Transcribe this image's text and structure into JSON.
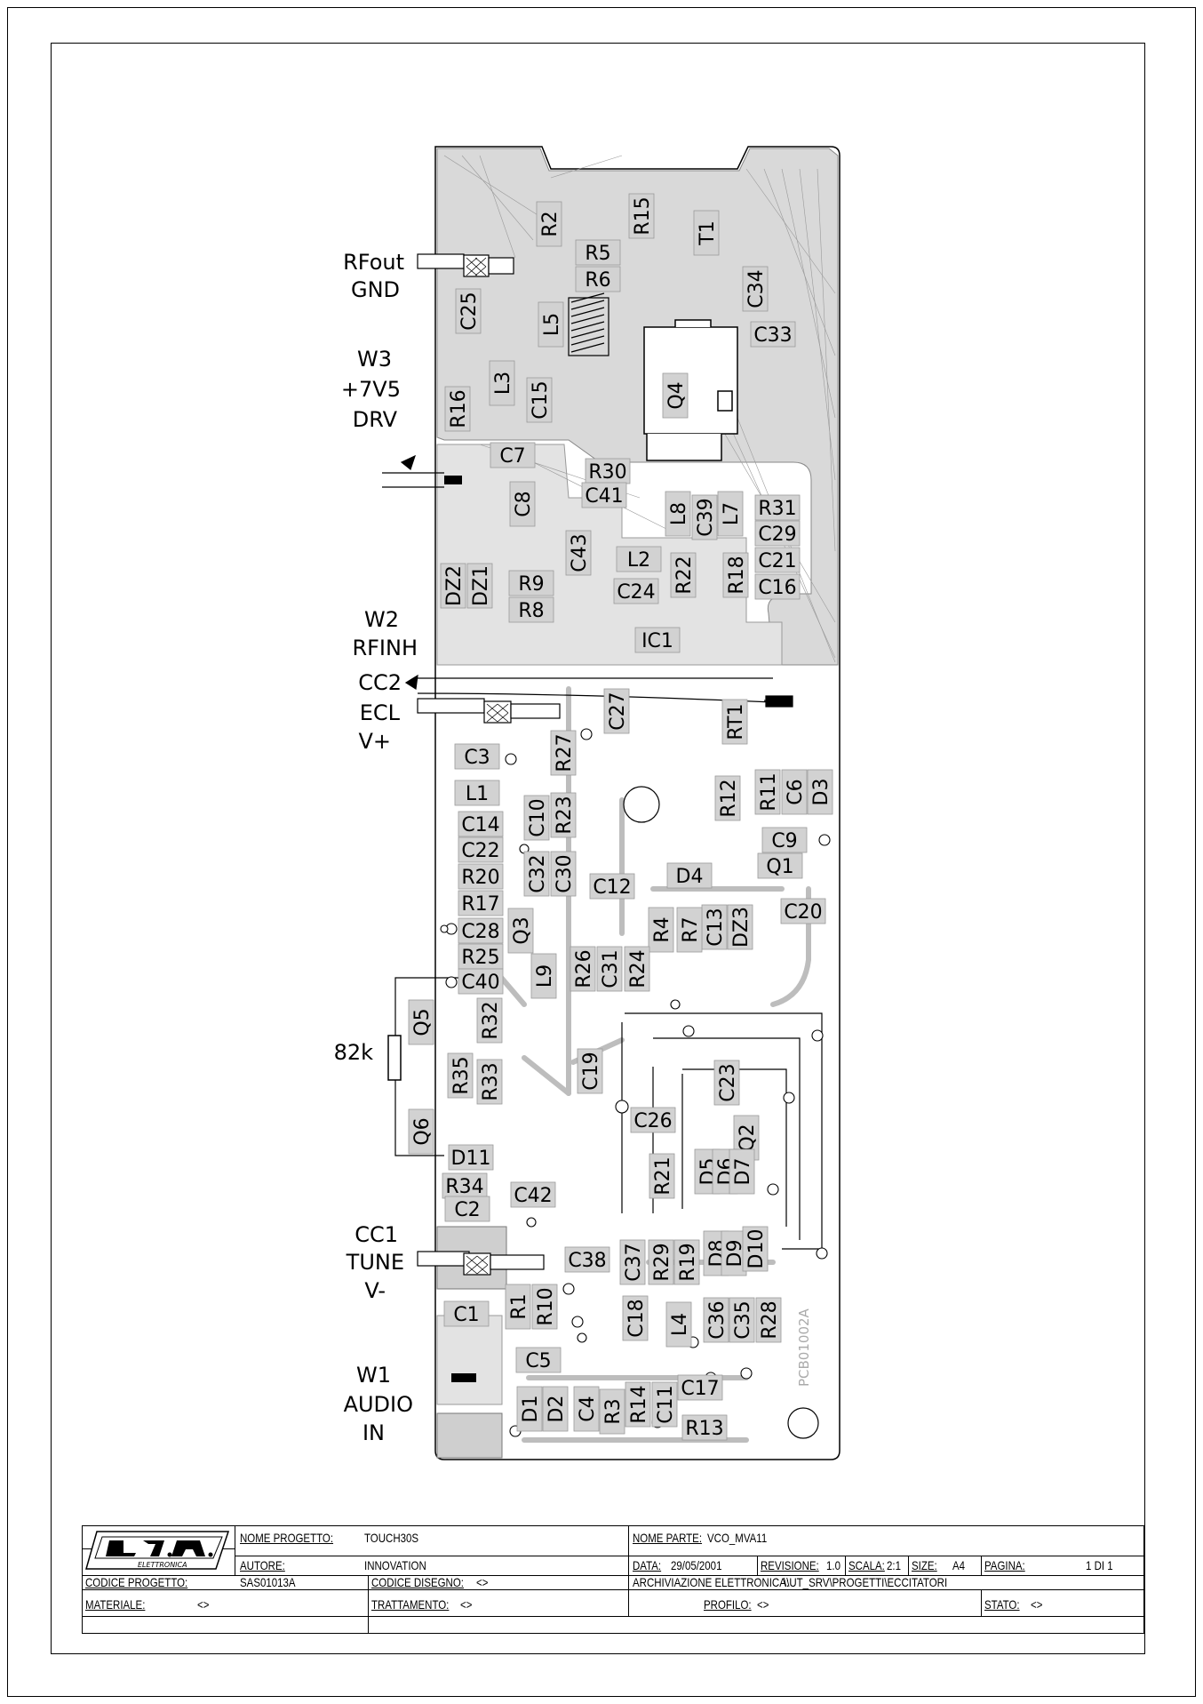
{
  "side_labels": {
    "rfout": "RFout",
    "gnd": "GND",
    "w3": "W3",
    "w3_voltage": "+7V5",
    "w3_drv": "DRV",
    "w2": "W2",
    "w2_rfinh": "RFINH",
    "cc2": "CC2",
    "ecl": "ECL",
    "vplus": "V+",
    "resistor_82k": "82k",
    "cc1": "CC1",
    "tune": "TUNE",
    "vminus": "V-",
    "w1": "W1",
    "audio": "AUDIO",
    "in": "IN"
  },
  "board_marking": "PCB01002A",
  "title_block": {
    "logo_text": "ELETTRONICA",
    "nome_progetto_label": "NOME PROGETTO:",
    "nome_progetto_value": "TOUCH30S",
    "nome_parte_label": "NOME PARTE:",
    "nome_parte_value": "VCO_MVA11",
    "autore_label": "AUTORE:",
    "autore_value": "INNOVATION",
    "data_label": "DATA:",
    "data_value": "29/05/2001",
    "revisione_label": "REVISIONE:",
    "revisione_value": "1.0",
    "scala_label": "SCALA:",
    "scala_value": "2:1",
    "size_label": "SIZE:",
    "size_value": "A4",
    "pagina_label": "PAGINA:",
    "pagina_value": "1  DI  1",
    "codice_progetto_label": "CODICE PROGETTO:",
    "codice_progetto_value": "SAS01013A",
    "codice_disegno_label": "CODICE DISEGNO:",
    "codice_disegno_value": "<>",
    "archiviazione_label": "ARCHIVIAZIONE ELETTRONICA:",
    "archiviazione_value": "\\\\UT_SRV\\PROGETTI\\ECCITATORI",
    "materiale_label": "MATERIALE:",
    "materiale_value": "<>",
    "trattamento_label": "TRATTAMENTO:",
    "trattamento_value": "<>",
    "profilo_label": "PROFILO:",
    "profilo_value": "<>",
    "stato_label": "STATO:",
    "stato_value": "<>"
  },
  "components": [
    {
      "ref": "R2",
      "orient": "v"
    },
    {
      "ref": "R15",
      "orient": "v"
    },
    {
      "ref": "T1",
      "orient": "v"
    },
    {
      "ref": "R5",
      "orient": "h"
    },
    {
      "ref": "R6",
      "orient": "h"
    },
    {
      "ref": "C34",
      "orient": "v"
    },
    {
      "ref": "C25",
      "orient": "v"
    },
    {
      "ref": "L5",
      "orient": "v"
    },
    {
      "ref": "C33",
      "orient": "h"
    },
    {
      "ref": "L3",
      "orient": "v"
    },
    {
      "ref": "C15",
      "orient": "v"
    },
    {
      "ref": "Q4",
      "orient": "v"
    },
    {
      "ref": "R16",
      "orient": "v"
    },
    {
      "ref": "C7",
      "orient": "h"
    },
    {
      "ref": "R30",
      "orient": "h"
    },
    {
      "ref": "C41",
      "orient": "h"
    },
    {
      "ref": "C8",
      "orient": "v"
    },
    {
      "ref": "L8",
      "orient": "v"
    },
    {
      "ref": "C39",
      "orient": "v"
    },
    {
      "ref": "L7",
      "orient": "v"
    },
    {
      "ref": "R31",
      "orient": "h"
    },
    {
      "ref": "C29",
      "orient": "h"
    },
    {
      "ref": "C43",
      "orient": "v"
    },
    {
      "ref": "L2",
      "orient": "h"
    },
    {
      "ref": "R22",
      "orient": "v"
    },
    {
      "ref": "R18",
      "orient": "v"
    },
    {
      "ref": "C21",
      "orient": "h"
    },
    {
      "ref": "C16",
      "orient": "h"
    },
    {
      "ref": "DZ2",
      "orient": "v"
    },
    {
      "ref": "DZ1",
      "orient": "v"
    },
    {
      "ref": "R9",
      "orient": "h"
    },
    {
      "ref": "C24",
      "orient": "h"
    },
    {
      "ref": "R8",
      "orient": "h"
    },
    {
      "ref": "IC1",
      "orient": "h"
    },
    {
      "ref": "C27",
      "orient": "v"
    },
    {
      "ref": "RT1",
      "orient": "v"
    },
    {
      "ref": "C3",
      "orient": "h"
    },
    {
      "ref": "R27",
      "orient": "v"
    },
    {
      "ref": "L1",
      "orient": "h"
    },
    {
      "ref": "R11",
      "orient": "v"
    },
    {
      "ref": "C6",
      "orient": "v"
    },
    {
      "ref": "D3",
      "orient": "v"
    },
    {
      "ref": "R12",
      "orient": "v"
    },
    {
      "ref": "C14",
      "orient": "h"
    },
    {
      "ref": "C10",
      "orient": "v"
    },
    {
      "ref": "R23",
      "orient": "v"
    },
    {
      "ref": "C22",
      "orient": "h"
    },
    {
      "ref": "C9",
      "orient": "h"
    },
    {
      "ref": "Q1",
      "orient": "h"
    },
    {
      "ref": "R20",
      "orient": "h"
    },
    {
      "ref": "C32",
      "orient": "v"
    },
    {
      "ref": "C30",
      "orient": "v"
    },
    {
      "ref": "D4",
      "orient": "h"
    },
    {
      "ref": "C12",
      "orient": "h"
    },
    {
      "ref": "R17",
      "orient": "h"
    },
    {
      "ref": "C20",
      "orient": "h"
    },
    {
      "ref": "C13",
      "orient": "v"
    },
    {
      "ref": "DZ3",
      "orient": "v"
    },
    {
      "ref": "C28",
      "orient": "h"
    },
    {
      "ref": "Q3",
      "orient": "v"
    },
    {
      "ref": "R4",
      "orient": "v"
    },
    {
      "ref": "R7",
      "orient": "v"
    },
    {
      "ref": "R25",
      "orient": "h"
    },
    {
      "ref": "C40",
      "orient": "h"
    },
    {
      "ref": "L9",
      "orient": "v"
    },
    {
      "ref": "R26",
      "orient": "v"
    },
    {
      "ref": "C31",
      "orient": "v"
    },
    {
      "ref": "R24",
      "orient": "v"
    },
    {
      "ref": "Q5",
      "orient": "v"
    },
    {
      "ref": "R32",
      "orient": "v"
    },
    {
      "ref": "C19",
      "orient": "v"
    },
    {
      "ref": "C23",
      "orient": "v"
    },
    {
      "ref": "R35",
      "orient": "v"
    },
    {
      "ref": "R33",
      "orient": "v"
    },
    {
      "ref": "C26",
      "orient": "h"
    },
    {
      "ref": "Q2",
      "orient": "v"
    },
    {
      "ref": "Q6",
      "orient": "v"
    },
    {
      "ref": "D11",
      "orient": "h"
    },
    {
      "ref": "D5",
      "orient": "v"
    },
    {
      "ref": "D6",
      "orient": "v"
    },
    {
      "ref": "D7",
      "orient": "v"
    },
    {
      "ref": "R21",
      "orient": "v"
    },
    {
      "ref": "R34",
      "orient": "h"
    },
    {
      "ref": "C42",
      "orient": "h"
    },
    {
      "ref": "C2",
      "orient": "h"
    },
    {
      "ref": "C38",
      "orient": "h"
    },
    {
      "ref": "C37",
      "orient": "v"
    },
    {
      "ref": "R29",
      "orient": "v"
    },
    {
      "ref": "R19",
      "orient": "v"
    },
    {
      "ref": "D8",
      "orient": "v"
    },
    {
      "ref": "D9",
      "orient": "v"
    },
    {
      "ref": "D10",
      "orient": "v"
    },
    {
      "ref": "R1",
      "orient": "v"
    },
    {
      "ref": "R10",
      "orient": "v"
    },
    {
      "ref": "C1",
      "orient": "h"
    },
    {
      "ref": "C18",
      "orient": "v"
    },
    {
      "ref": "L4",
      "orient": "v"
    },
    {
      "ref": "C36",
      "orient": "v"
    },
    {
      "ref": "C35",
      "orient": "v"
    },
    {
      "ref": "R28",
      "orient": "v"
    },
    {
      "ref": "C5",
      "orient": "h"
    },
    {
      "ref": "C17",
      "orient": "h"
    },
    {
      "ref": "D1",
      "orient": "v"
    },
    {
      "ref": "D2",
      "orient": "v"
    },
    {
      "ref": "C4",
      "orient": "v"
    },
    {
      "ref": "R3",
      "orient": "v"
    },
    {
      "ref": "R14",
      "orient": "v"
    },
    {
      "ref": "C11",
      "orient": "v"
    },
    {
      "ref": "R13",
      "orient": "h"
    }
  ]
}
